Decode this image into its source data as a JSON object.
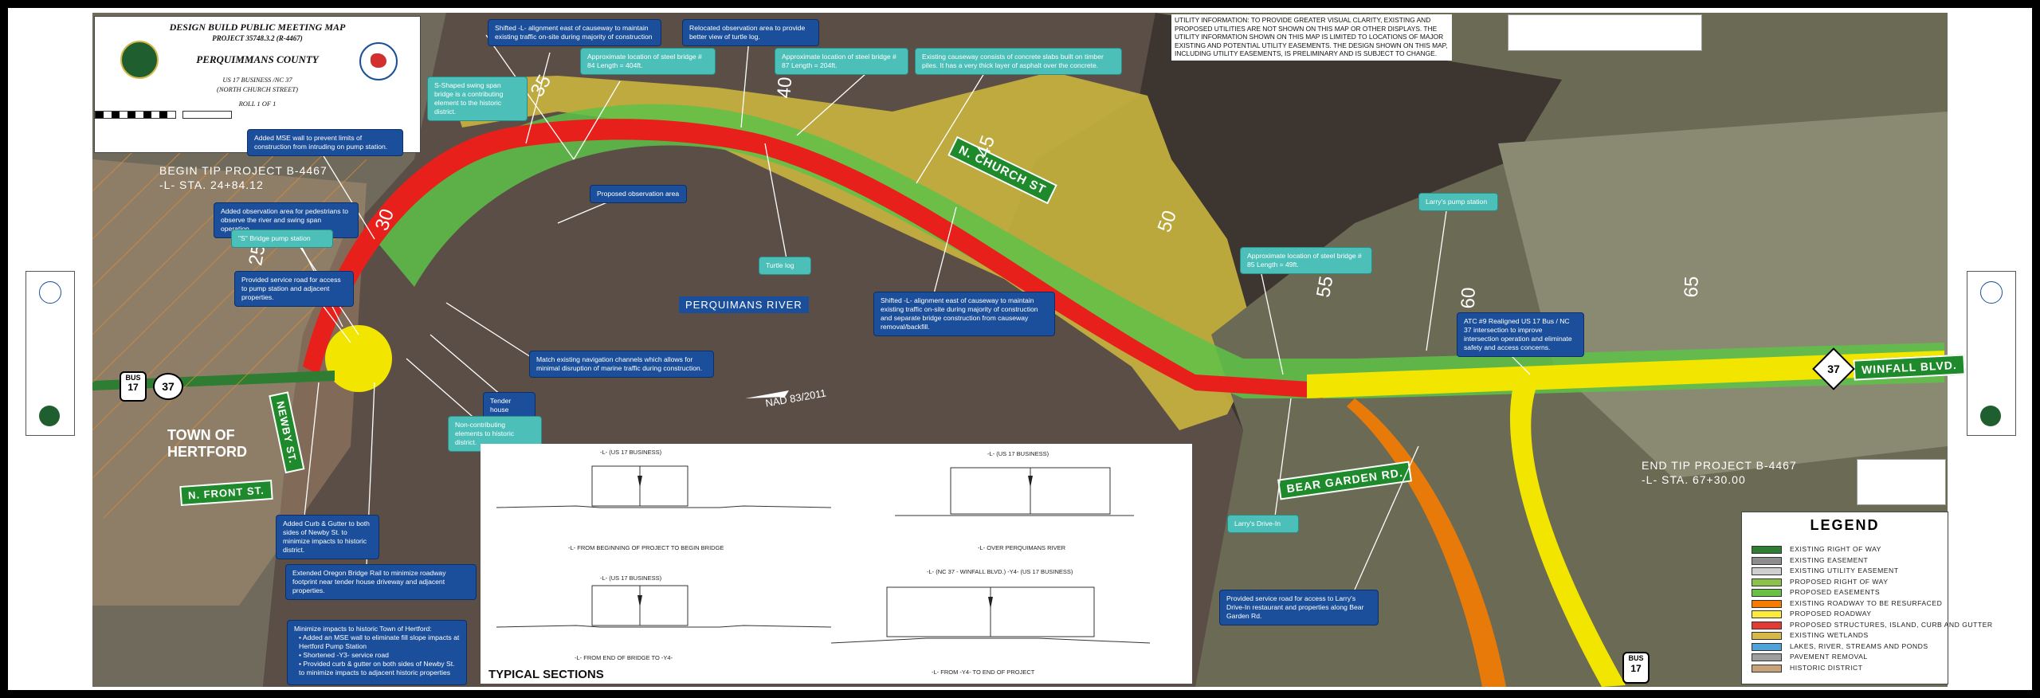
{
  "title_block": {
    "title": "DESIGN BUILD PUBLIC MEETING MAP",
    "project": "PROJECT 35748.3.2 (R-4467)",
    "county": "PERQUIMMANS COUNTY",
    "route_line1": "US 17 BUSINESS /NC 37",
    "route_line2": "(NORTH CHURCH STREET)",
    "roll": "ROLL 1 OF 1"
  },
  "utility_note": "UTILITY INFORMATION: TO PROVIDE GREATER VISUAL CLARITY, EXISTING AND PROPOSED UTILITIES ARE NOT SHOWN ON THIS MAP OR OTHER DISPLAYS. THE UTILITY INFORMATION SHOWN ON THIS MAP IS LIMITED TO LOCATIONS OF MAJOR EXISTING AND POTENTIAL UTILITY EASEMENTS. THE DESIGN SHOWN ON THIS MAP, INCLUDING UTILITY EASEMENTS, IS PRELIMINARY AND IS SUBJECT TO CHANGE.",
  "map": {
    "begin_project": "BEGIN TIP PROJECT B-4467",
    "begin_station": "-L- STA. 24+84.12",
    "end_project": "END TIP PROJECT B-4467",
    "end_station": "-L- STA. 67+30.00",
    "river": "PERQUIMANS RIVER",
    "town_line1": "TOWN OF",
    "town_line2": "HERTFORD",
    "nad": "NAD 83/2011",
    "roads": {
      "church": "N. CHURCH ST",
      "newby": "NEWBY ST.",
      "front": "N. FRONT ST.",
      "bear_garden": "BEAR GARDEN RD.",
      "winfall": "WINFALL BLVD."
    },
    "shields": {
      "bus17_left_top": "BUS",
      "bus17_left_num": "17",
      "nc37_left": "37",
      "nc37_right": "37",
      "bus17_bottom_top": "BUS",
      "bus17_bottom_num": "17"
    },
    "stations": [
      "25",
      "30",
      "35",
      "40",
      "45",
      "50",
      "55",
      "60",
      "65"
    ]
  },
  "callouts": {
    "mse_wall": "Added MSE wall to prevent limits of construction from intruding on pump station.",
    "observation_area_pedestrians": "Added observation area for pedestrians to observe the river and swing span operation.",
    "s_bridge_pump": "\"S\" Bridge pump station",
    "service_road_pump": "Provided service road for access to pump station and adjacent properties.",
    "s_shaped_span": "S-Shaped swing span bridge is a contributing element to the historic district.",
    "shifted_east_top": "Shifted -L- alignment east of causeway to maintain existing traffic on-site during majority of construction",
    "steel_bridge_84": "Approximate location of steel bridge # 84 Length = 404ft.",
    "relocated_observation": "Relocated observation area to provide better view of turtle log.",
    "steel_bridge_87": "Approximate location of steel bridge # 87 Length = 204ft.",
    "existing_causeway": "Existing causeway consists of concrete slabs built on timber piles. It has a very thick layer of asphalt over the concrete.",
    "proposed_observation": "Proposed observation area",
    "turtle_log": "Turtle log",
    "shifted_east_mid": "Shifted -L- alignment east of causeway to maintain existing traffic on-site during majority of construction and separate bridge construction from causeway removal/backfill.",
    "navigation_channels": "Match existing navigation channels which allows for minimal disruption of marine traffic during construction.",
    "tender_house": "Tender house",
    "non_contributing": "Non-contributing elements to historic district.",
    "curb_gutter": "Added Curb & Gutter to both sides of Newby St. to minimize impacts to historic district.",
    "oregon_rail": "Extended Oregon Bridge Rail to minimize roadway footprint near tender house driveway and adjacent properties.",
    "minimize_title": "Minimize impacts to historic Town of Hertford:",
    "minimize_items": [
      "Added an MSE wall to eliminate fill slope impacts at Hertford Pump Station",
      "Shortened -Y3- service road",
      "Provided curb & gutter on both sides of Newby St. to minimize impacts to adjacent historic properties"
    ],
    "larrys_pump": "Larry's pump station",
    "steel_bridge_85": "Approximate location of steel bridge # 85 Length = 49ft.",
    "atc9": "ATC #9 Realigned US 17 Bus / NC 37 intersection to improve intersection operation and eliminate safety and access concerns.",
    "larrys_drive_in": "Larry's Drive-In",
    "service_road_larrys": "Provided service road for access to Larry's Drive-In restaurant and properties along Bear Garden Rd."
  },
  "typical_sections": {
    "title": "TYPICAL SECTIONS",
    "captions": [
      "-L- FROM BEGINNING OF PROJECT TO BEGIN BRIDGE",
      "-L- OVER PERQUIMANS RIVER",
      "-L- FROM END OF BRIDGE TO -Y4-",
      "-L- FROM -Y4- TO END OF PROJECT"
    ],
    "headers": [
      "-L- (US 17 BUSINESS)",
      "-L- (US 17 BUSINESS)",
      "-L- (US 17 BUSINESS)",
      "-L- (NC 37 - WINFALL BLVD.) -Y4- (US 17 BUSINESS)"
    ]
  },
  "legend": {
    "title": "LEGEND",
    "items": [
      {
        "label": "EXISTING RIGHT OF WAY",
        "color": "#2e7d32"
      },
      {
        "label": "EXISTING EASEMENT",
        "color": "#8d8d8d"
      },
      {
        "label": "EXISTING UTILITY EASEMENT",
        "color": "#cfcfcf"
      },
      {
        "label": "PROPOSED RIGHT OF WAY",
        "color": "#8bc34a"
      },
      {
        "label": "PROPOSED EASEMENTS",
        "color": "#6abf45"
      },
      {
        "label": "EXISTING ROADWAY TO BE RESURFACED",
        "color": "#f57c00"
      },
      {
        "label": "PROPOSED ROADWAY",
        "color": "#ffeb3b"
      },
      {
        "label": "PROPOSED STRUCTURES, ISLAND, CURB AND GUTTER",
        "color": "#e53935"
      },
      {
        "label": "EXISTING WETLANDS",
        "color": "#d4b94a"
      },
      {
        "label": "LAKES, RIVER, STREAMS AND PONDS",
        "color": "#4fa3d9"
      },
      {
        "label": "PAVEMENT REMOVAL",
        "color": "#9e9e9e"
      },
      {
        "label": "HISTORIC DISTRICT",
        "color": "#c8a37a"
      }
    ]
  },
  "colors": {
    "river": "#5b4e46",
    "road_red": "#e8201c",
    "road_yellow": "#f2e500",
    "row_green": "#5ec248",
    "wetland": "#c9b53e",
    "callout_blue": "#1b4f9c",
    "callout_teal": "#4bbfb8"
  }
}
